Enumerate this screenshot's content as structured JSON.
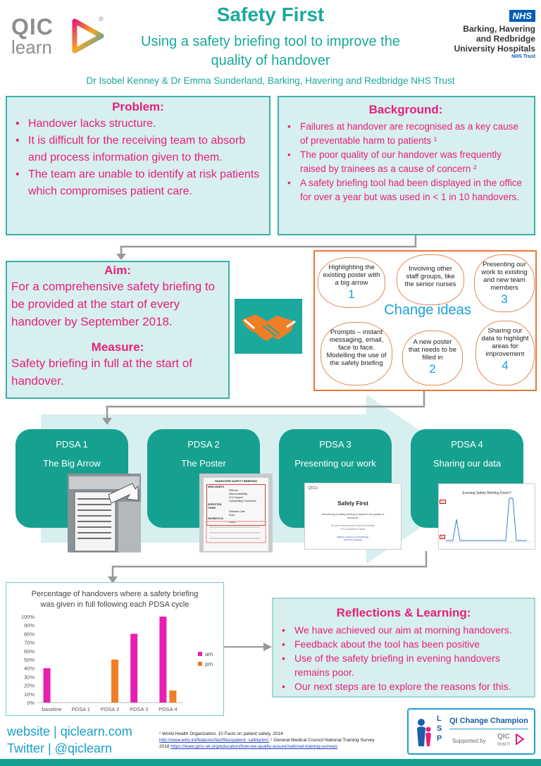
{
  "header": {
    "logo_line1": "QIC",
    "logo_line2": "learn",
    "logo_reg": "®",
    "title": "Safety First",
    "subtitle_line1": "Using a safety briefing tool to improve the",
    "subtitle_line2": "quality of handover",
    "authors": "Dr Isobel Kenney & Dr Emma Sunderland, Barking, Havering and Redbridge NHS Trust",
    "nhs_badge": "NHS",
    "trust_line1": "Barking, Havering",
    "trust_line2": "and Redbridge",
    "trust_line3": "University Hospitals",
    "trust_line4": "NHS Trust"
  },
  "problem": {
    "heading": "Problem:",
    "items": [
      "Handover lacks structure.",
      "It is difficult  for the receiving team to absorb and process information given to them.",
      "The team are unable to identify at risk patients which compromises patient care."
    ]
  },
  "background": {
    "heading": "Background:",
    "items": [
      "Failures at handover are recognised as a key cause of preventable harm to patients ¹",
      "The poor quality of our handover was frequently raised by trainees as a cause of concern ²",
      "A safety briefing tool had been displayed in the office for over a year but was used in < 1 in 10 handovers."
    ]
  },
  "aim": {
    "heading": "Aim:",
    "text": "For a comprehensive safety briefing to be provided at the start of every handover by September 2018.",
    "measure_heading": "Measure:",
    "measure_text": "Safety briefing in full at the start of handover."
  },
  "change_ideas": {
    "title": "Change ideas",
    "clouds": [
      {
        "text": "Highlighting the existing poster with a big arrow",
        "num": "1"
      },
      {
        "text": "Involving other staff groups, like the senior nurses",
        "num": ""
      },
      {
        "text": "Presenting our work to existing and new team members",
        "num": "3"
      },
      {
        "text": "Prompts – instant messaging, email, face to face. Modelling the use of the safety briefing",
        "num": ""
      },
      {
        "text": "A new poster that needs to be filled in",
        "num": "2"
      },
      {
        "text": "Sharing our data to highlight areas for improvement",
        "num": "4"
      }
    ]
  },
  "pdsa": [
    {
      "label": "PDSA 1",
      "name": "The Big Arrow"
    },
    {
      "label": "PDSA 2",
      "name": "The Poster"
    },
    {
      "label": "PDSA 3",
      "name": "Presenting our work"
    },
    {
      "label": "PDSA 4",
      "name": "Sharing our data"
    }
  ],
  "pdsa2_poster": {
    "heading": "HANDOVER SAFETY BRIEFING",
    "rows": [
      "NEW ADMITS",
      "Patients",
      "Ward Availability",
      "ICU Support",
      "Outstanding Procedures",
      "EXPECTED",
      "ITEMS",
      "Palliative Care",
      "Scan",
      "PATIENTS IN",
      "Notes"
    ]
  },
  "pdsa3_slide": {
    "title": "Safety First",
    "subtitle": "Introducing a safety briefing to improve the quality of handover",
    "authors": "Dr Isobel Kenney and Dr Emma Sunderland",
    "role": "ST4 & Academic Trainee",
    "org": "Barking, Havering and Redbridge University Hospitals"
  },
  "pdsa4_chart": {
    "title": "Evening Safety Briefing Given?",
    "yes": "Yes",
    "no": "No"
  },
  "bar_chart": {
    "title_line1": "Percentage of handovers where a safety briefing",
    "title_line2": "was given in full following each PDSA cycle"
  },
  "chart_data": {
    "type": "bar",
    "title": "Percentage of handovers where a safety briefing was given in full following each PDSA cycle",
    "categories": [
      "baseline",
      "PDSA 1",
      "PDSA 2",
      "PDSA 3",
      "PDSA 4"
    ],
    "series": [
      {
        "name": "am",
        "values": [
          40,
          0,
          0,
          80,
          100
        ],
        "color": "#e81fb3"
      },
      {
        "name": "pm",
        "values": [
          0,
          0,
          50,
          0,
          14
        ],
        "color": "#f07e27"
      }
    ],
    "yticks": [
      "0%",
      "10%",
      "20%",
      "30%",
      "40%",
      "50%",
      "60%",
      "70%",
      "80%",
      "90%",
      "100%"
    ],
    "ylim": [
      0,
      100
    ],
    "legend": "right",
    "grid": false
  },
  "reflections": {
    "heading": "Reflections & Learning:",
    "items": [
      "We have achieved our aim at morning handovers.",
      "Feedback about the tool has been positive",
      "Use of the safety briefing in evening handovers remains poor.",
      "Our next steps are to explore the reasons for this."
    ]
  },
  "footer": {
    "website": "website | qiclearn.com",
    "twitter": "Twitter | @qiclearn",
    "ref1": "¹ World Health Organization. 10 Facts on patient safety. 2014",
    "ref1_link": "http://www.who.int/features/factfiles/patient_safety/en/.",
    "ref2": " ² General Medical Council National Training Survey",
    "ref2_year": "2018",
    "ref2_link": "https://www.gmc-uk.org/education/how-we-quality-assure/national-training-surveys",
    "badge_title": "QI Change Champion",
    "badge_supported": "Supported by",
    "badge_letters": "LSP",
    "badge_logo1": "QIC",
    "badge_logo2": "learn"
  },
  "colors": {
    "teal": "#39b1a5",
    "pink": "#e6207a",
    "pdsa": "#16a08f",
    "box_bg": "#d8efef",
    "orange": "#e8773a"
  }
}
